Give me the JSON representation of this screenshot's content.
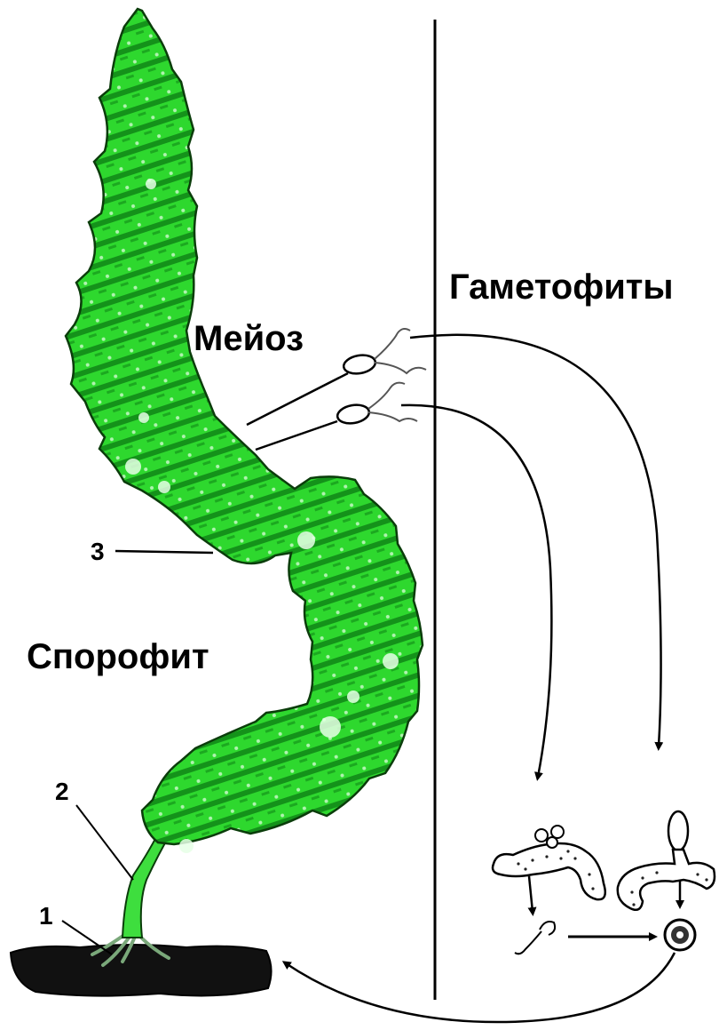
{
  "labels": {
    "meiosis": "Мейоз",
    "gametophytes": "Гаметофиты",
    "sporophyte": "Спорофит",
    "marker_1": "1",
    "marker_2": "2",
    "marker_3": "3"
  },
  "colors": {
    "thallus_fill": "#2ed82e",
    "thallus_dark": "#0a7a12",
    "thallus_edge": "#0b3d0b",
    "soil": "#111111",
    "line": "#000000"
  }
}
